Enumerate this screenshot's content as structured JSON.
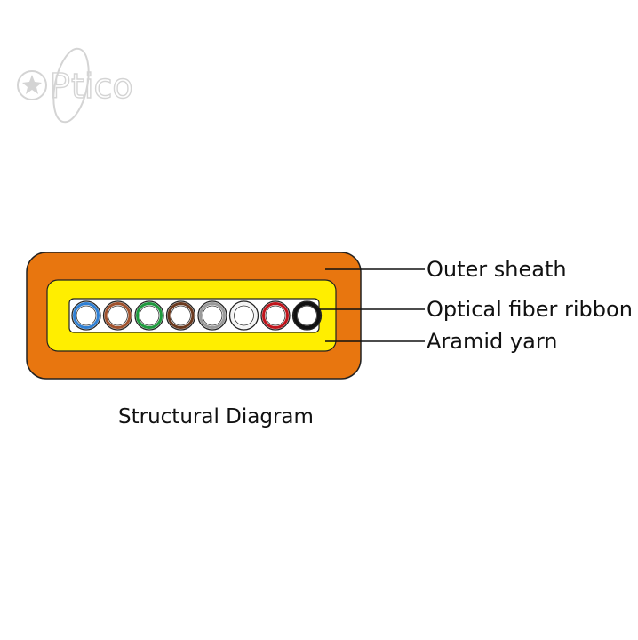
{
  "logo": {
    "wordmark_start": "o",
    "wordmark_mid": "P",
    "wordmark_end": "tico",
    "color": "#d4d4d4"
  },
  "cable": {
    "sheath_color": "#e8760f",
    "aramid_color": "#ffee00",
    "ribbon_color": "#ffffff",
    "fibers": [
      {
        "name": "blue-fiber",
        "color": "#2f7fd3"
      },
      {
        "name": "orange-fiber",
        "color": "#a0522d"
      },
      {
        "name": "green-fiber",
        "color": "#1f9a3e"
      },
      {
        "name": "brown-fiber",
        "color": "#6b3a1f"
      },
      {
        "name": "gray-fiber",
        "color": "#9a9a9a"
      },
      {
        "name": "white-fiber",
        "color": "#f4f4f4"
      },
      {
        "name": "red-fiber",
        "color": "#c0141b"
      },
      {
        "name": "black-fiber",
        "color": "#111111"
      }
    ]
  },
  "labels": {
    "outer_sheath": "Outer sheath",
    "optical_fiber_ribbon": "Optical fiber ribbon",
    "aramid_yarn": "Aramid yarn"
  },
  "caption": "Structural Diagram"
}
